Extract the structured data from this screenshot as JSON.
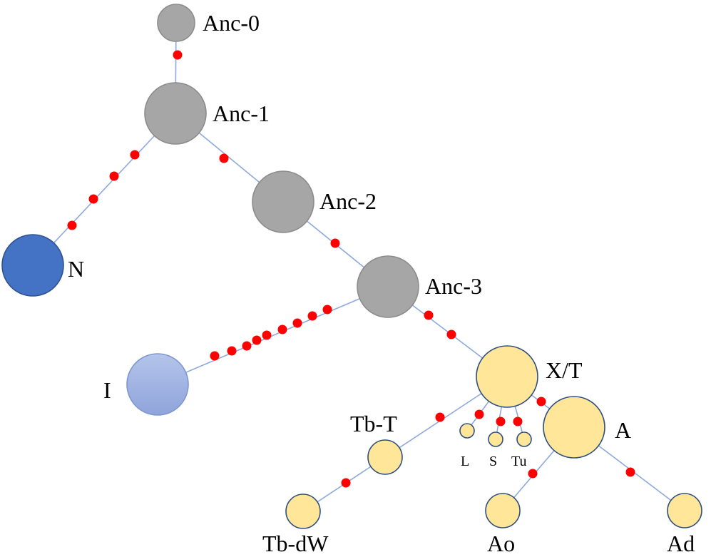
{
  "colors": {
    "ancestor_fill": "#A6A6A6",
    "ancestor_stroke": "#8C8C8C",
    "n_fill": "#4472C4",
    "n_stroke": "#2F528F",
    "i_fill": "#9DB0E0",
    "i_stroke": "#7F96CF",
    "yellow_fill": "#FFE699",
    "yellow_stroke": "#2F4F7F",
    "edge": "#8EA9DB",
    "mutation": "#FF0000"
  },
  "nodes": [
    {
      "id": "anc0",
      "label": "Anc-0",
      "group": "ancestor"
    },
    {
      "id": "anc1",
      "label": "Anc-1",
      "group": "ancestor"
    },
    {
      "id": "anc2",
      "label": "Anc-2",
      "group": "ancestor"
    },
    {
      "id": "anc3",
      "label": "Anc-3",
      "group": "ancestor"
    },
    {
      "id": "n",
      "label": "N",
      "group": "n"
    },
    {
      "id": "i",
      "label": "I",
      "group": "i"
    },
    {
      "id": "xt",
      "label": "X/T",
      "group": "yellow"
    },
    {
      "id": "tbt",
      "label": "Tb-T",
      "group": "yellow"
    },
    {
      "id": "tbdw",
      "label": "Tb-dW",
      "group": "yellow"
    },
    {
      "id": "l",
      "label": "L",
      "group": "yellow"
    },
    {
      "id": "s",
      "label": "S",
      "group": "yellow"
    },
    {
      "id": "tu",
      "label": "Tu",
      "group": "yellow"
    },
    {
      "id": "a",
      "label": "A",
      "group": "yellow"
    },
    {
      "id": "ao",
      "label": "Ao",
      "group": "yellow"
    },
    {
      "id": "ad",
      "label": "Ad",
      "group": "yellow"
    }
  ],
  "edges": [
    {
      "from": "anc0",
      "to": "anc1",
      "mutations": 1
    },
    {
      "from": "anc1",
      "to": "n",
      "mutations": 4
    },
    {
      "from": "anc1",
      "to": "anc2",
      "mutations": 1
    },
    {
      "from": "anc2",
      "to": "anc3",
      "mutations": 1
    },
    {
      "from": "anc3",
      "to": "i",
      "mutations": 9
    },
    {
      "from": "anc3",
      "to": "xt",
      "mutations": 2
    },
    {
      "from": "xt",
      "to": "tbt",
      "mutations": 1
    },
    {
      "from": "tbt",
      "to": "tbdw",
      "mutations": 1
    },
    {
      "from": "xt",
      "to": "l",
      "mutations": 1
    },
    {
      "from": "xt",
      "to": "s",
      "mutations": 1
    },
    {
      "from": "xt",
      "to": "tu",
      "mutations": 1
    },
    {
      "from": "xt",
      "to": "a",
      "mutations": 1
    },
    {
      "from": "a",
      "to": "ao",
      "mutations": 1
    },
    {
      "from": "a",
      "to": "ad",
      "mutations": 1
    }
  ]
}
